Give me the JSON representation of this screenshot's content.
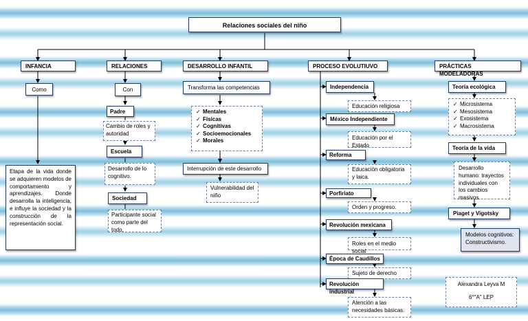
{
  "title": "Relaciones sociales del niño",
  "columns": {
    "infancia": {
      "header": "INFANCIA",
      "como": "Como",
      "definition": "Etapa de la vida donde se adquieren modelos de comportamiento y aprendizajes. Donde desarrolla la inteligencia, e influye la sociedad y la construcción de la representación social."
    },
    "relaciones": {
      "header": "RELACIONES",
      "con": "Con",
      "padre": "Padre",
      "padre_desc": "Cambio de roles y autoridad",
      "escuela": "Escuela",
      "escuela_desc": "Desarrollo de lo cognitivo.",
      "sociedad": "Sociedad",
      "sociedad_desc": "Participante social como parte del todo."
    },
    "desarrollo": {
      "header": "DESARROLLO INFANTIL",
      "transforma": "Transforma las competencias",
      "competencias": [
        "Mentales",
        "Físicas",
        "Cognitivas",
        "Socioemocionales",
        "Morales"
      ],
      "interrupcion": "Interrupción de este desarrollo",
      "vulnerabilidad": "Vulnerabilidad del niño"
    },
    "proceso": {
      "header": "PROCESO EVOLUTIUVO",
      "items": [
        {
          "label": "Independencia",
          "desc": "Educación religiosa"
        },
        {
          "label": "México Independiente",
          "desc": "Educación por el Estado"
        },
        {
          "label": "Reforma",
          "desc": "Educación obligatoria y laica."
        },
        {
          "label": "Porfiriato",
          "desc": "Orden y progreso."
        },
        {
          "label": "Revolución mexicana",
          "desc": "Roles en el medio social"
        },
        {
          "label": "Época de Caudillos",
          "desc": "Sujeto de derecho"
        },
        {
          "label": "Revolución industrial",
          "desc": "Atención a las necesidades básicas."
        }
      ]
    },
    "practicas": {
      "header": "PRÁCTICAS MODELADORAS",
      "ecologica": "Teoría ecológica",
      "sistemas": [
        "Microsistema",
        "Mesosistema",
        "Exosistema",
        "Macrosistema"
      ],
      "teoria_vida": "Teoría de la vida",
      "vida_desc": "Desarrollo humano: trayectos individuales con los cambios masivos.",
      "piaget": "Piaget y Vigotsky",
      "modelos": "Modelos cognitivos: Constructivismo."
    }
  },
  "author": {
    "name": "Alexandra Leyva M",
    "group": "6°\"A\" LEP"
  },
  "checkmark": "✓"
}
